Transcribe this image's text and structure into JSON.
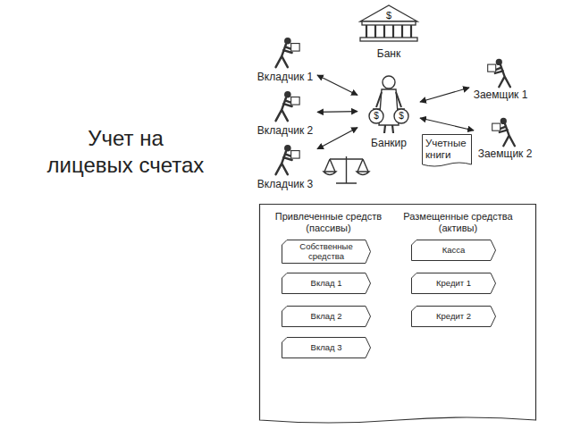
{
  "diagram": {
    "title": "Учет на лицевых счетах",
    "nodes": [
      {
        "text": [
          "Банк"
        ]
      },
      {
        "text": [
          "Вкладчик 1"
        ]
      },
      {
        "text": [
          "Вкладчик 2"
        ]
      },
      {
        "text": [
          "Вкладчик 3"
        ]
      },
      {
        "text": [
          "Банкир"
        ]
      },
      {
        "text": [
          "Заемщик 1"
        ]
      },
      {
        "text": [
          "Заемщик 2"
        ]
      },
      {
        "text": [
          "Учетные книги"
        ]
      },
      {
        "text": [
          "Привлеченные средств (пассивы)",
          "Размещенные средства (активы)"
        ]
      },
      {
        "text": [
          "Собственные средства"
        ],
        "in": 8
      },
      {
        "text": [
          "Вклад 1"
        ],
        "in": 8
      },
      {
        "text": [
          "Вклад 2"
        ],
        "in": 8
      },
      {
        "text": [
          "Вклад 3"
        ],
        "in": 8
      },
      {
        "text": [
          "Касса"
        ],
        "in": 8
      },
      {
        "text": [
          "Кредит 1"
        ],
        "in": 8
      },
      {
        "text": [
          "Кредит 2"
        ],
        "in": 8
      }
    ],
    "edges": [
      {
        "from": 4,
        "to": 1,
        "arrow": "both"
      },
      {
        "from": 4,
        "to": 2,
        "arrow": "both"
      },
      {
        "from": 4,
        "to": 3,
        "arrow": "both"
      },
      {
        "from": 4,
        "to": 5,
        "arrow": "both"
      },
      {
        "from": 4,
        "to": 6,
        "arrow": "both"
      }
    ],
    "labels": [
      "$",
      "$",
      "$"
    ]
  }
}
